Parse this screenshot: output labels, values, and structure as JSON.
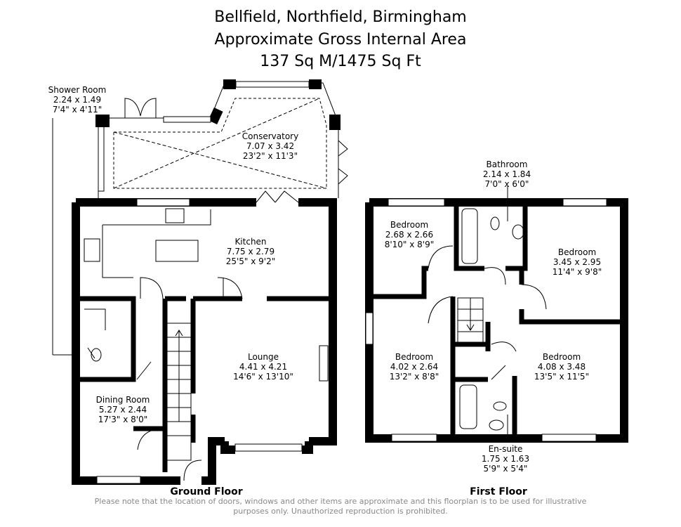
{
  "header": {
    "line1": "Bellfield, Northfield, Birmingham",
    "line2": "Approximate Gross Internal Area",
    "line3": "137 Sq M/1475 Sq Ft"
  },
  "ground_floor": {
    "label": "Ground Floor",
    "rooms": [
      {
        "name": "Shower Room",
        "metric": "2.24 x 1.49",
        "imperial": "7'4\" x 4'11\""
      },
      {
        "name": "Conservatory",
        "metric": "7.07 x 3.42",
        "imperial": "23'2\" x 11'3\""
      },
      {
        "name": "Kitchen",
        "metric": "7.75 x 2.79",
        "imperial": "25'5\" x 9'2\""
      },
      {
        "name": "Lounge",
        "metric": "4.41 x 4.21",
        "imperial": "14'6\" x 13'10\""
      },
      {
        "name": "Dining Room",
        "metric": "5.27 x 2.44",
        "imperial": "17'3\" x 8'0\""
      }
    ]
  },
  "first_floor": {
    "label": "First Floor",
    "rooms": [
      {
        "name": "Bathroom",
        "metric": "2.14 x 1.84",
        "imperial": "7'0\" x 6'0\""
      },
      {
        "name": "Bedroom",
        "metric": "2.68 x 2.66",
        "imperial": "8'10\" x 8'9\""
      },
      {
        "name": "Bedroom",
        "metric": "3.45 x 2.95",
        "imperial": "11'4\" x 9'8\""
      },
      {
        "name": "Bedroom",
        "metric": "4.02 x 2.64",
        "imperial": "13'2\" x 8'8\""
      },
      {
        "name": "Bedroom",
        "metric": "4.08 x 3.48",
        "imperial": "13'5\" x 11'5\""
      },
      {
        "name": "En-suite",
        "metric": "1.75 x 1.63",
        "imperial": "5'9\" x 5'4\""
      }
    ]
  },
  "disclaimer": {
    "line1": "Please note that the location of doors, windows and other items are approximate and this floorplan is to be used for illustrative",
    "line2": "purposes only. Unauthorized reproduction is prohibited."
  }
}
